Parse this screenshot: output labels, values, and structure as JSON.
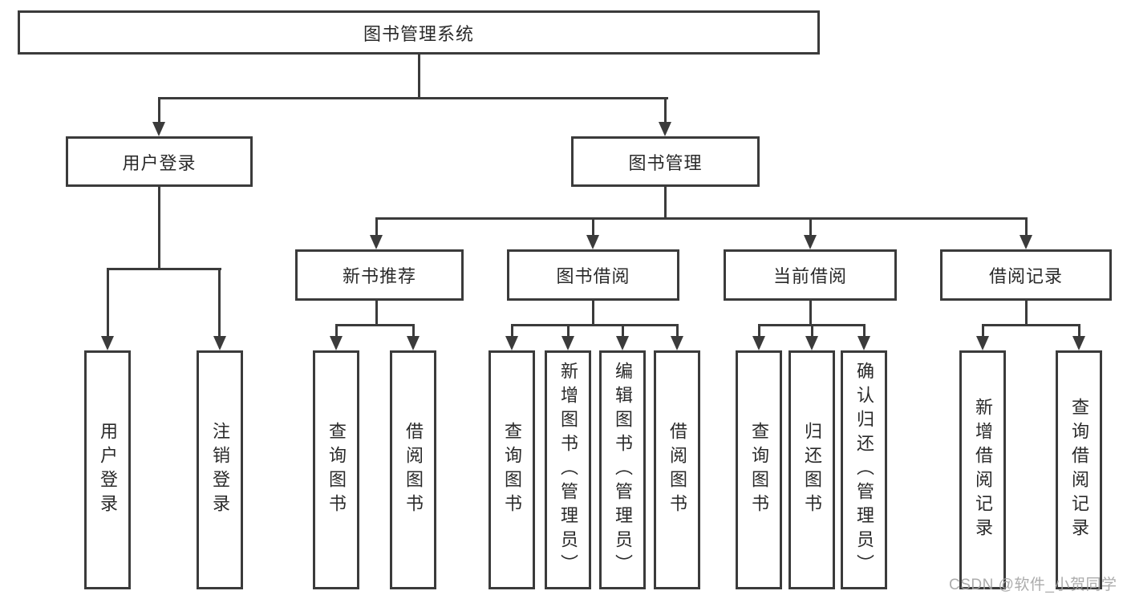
{
  "root": {
    "label": "图书管理系统"
  },
  "branches": {
    "user_login": {
      "label": "用户登录",
      "children": [
        "用户登录",
        "注销登录"
      ]
    },
    "book_mgmt": {
      "label": "图书管理",
      "sub": [
        {
          "label": "新书推荐",
          "children": [
            "查询图书",
            "借阅图书"
          ]
        },
        {
          "label": "图书借阅",
          "children": [
            "查询图书",
            "新增图书（管理员）",
            "编辑图书（管理员）",
            "借阅图书"
          ]
        },
        {
          "label": "当前借阅",
          "children": [
            "查询图书",
            "归还图书",
            "确认归还（管理员）"
          ]
        },
        {
          "label": "借阅记录",
          "children": [
            "新增借阅记录",
            "查询借阅记录"
          ]
        }
      ]
    }
  },
  "watermark": "CSDN @软件_小贺同学",
  "colors": {
    "line": "#3b3b3b",
    "box_border": "#3b3b3b",
    "box_fill": "#ffffff",
    "text": "#2a2a2a",
    "watermark": "#a3a3a3",
    "background": "#ffffff"
  }
}
